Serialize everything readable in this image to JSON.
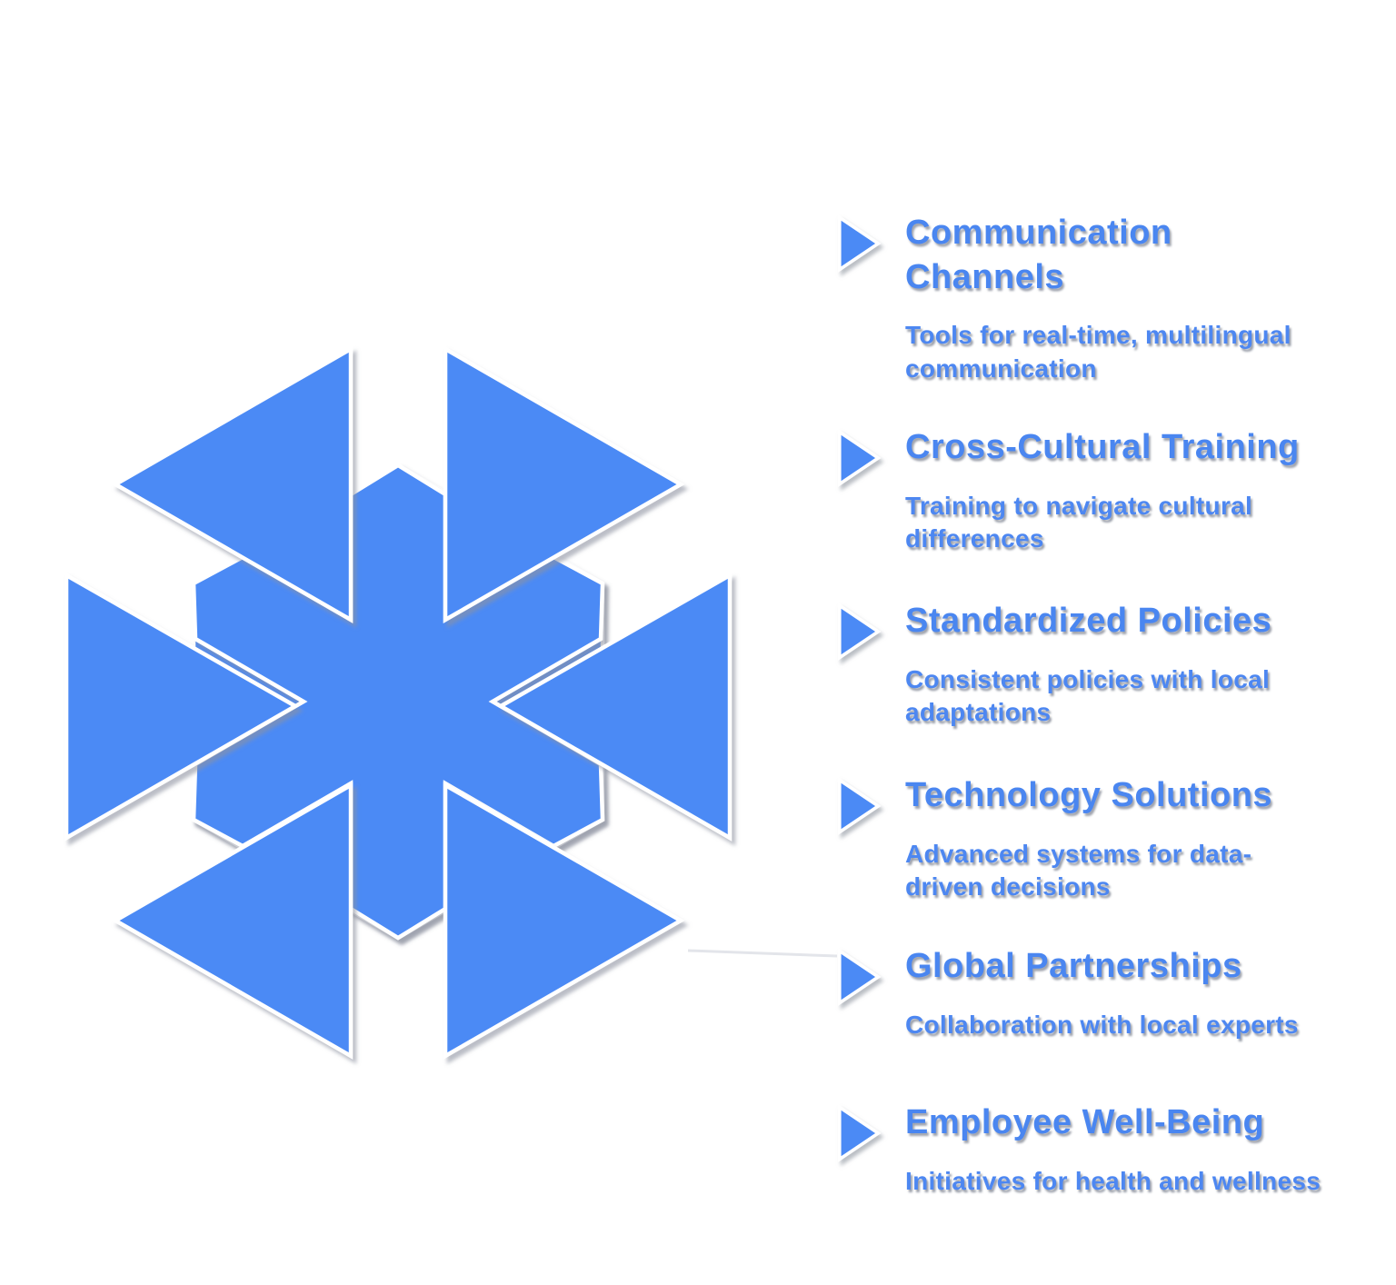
{
  "colors": {
    "shape_blue": "#4b8af5",
    "shape_outline": "#ffffff",
    "shadow_gray": "#8d93a0",
    "heading_blue": "#4a86f0",
    "description_blue": "#4d87f1",
    "connector_gray": "#e3e5ea"
  },
  "diagram": {
    "description": "Central pointy-top hexagon with six-armed asterisk star and six surrounding triangles",
    "triangle_count": 6
  },
  "legend": {
    "items": [
      {
        "title": "Communication Channels",
        "description": "Tools for real-time, multilingual communication"
      },
      {
        "title": "Cross-Cultural Training",
        "description": "Training to navigate cultural differences"
      },
      {
        "title": "Standardized Policies",
        "description": "Consistent policies with local adaptations"
      },
      {
        "title": "Technology Solutions",
        "description": "Advanced systems for data-driven decisions"
      },
      {
        "title": "Global Partnerships",
        "description": "Collaboration with local experts"
      },
      {
        "title": "Employee Well-Being",
        "description": "Initiatives for health and wellness"
      }
    ]
  }
}
